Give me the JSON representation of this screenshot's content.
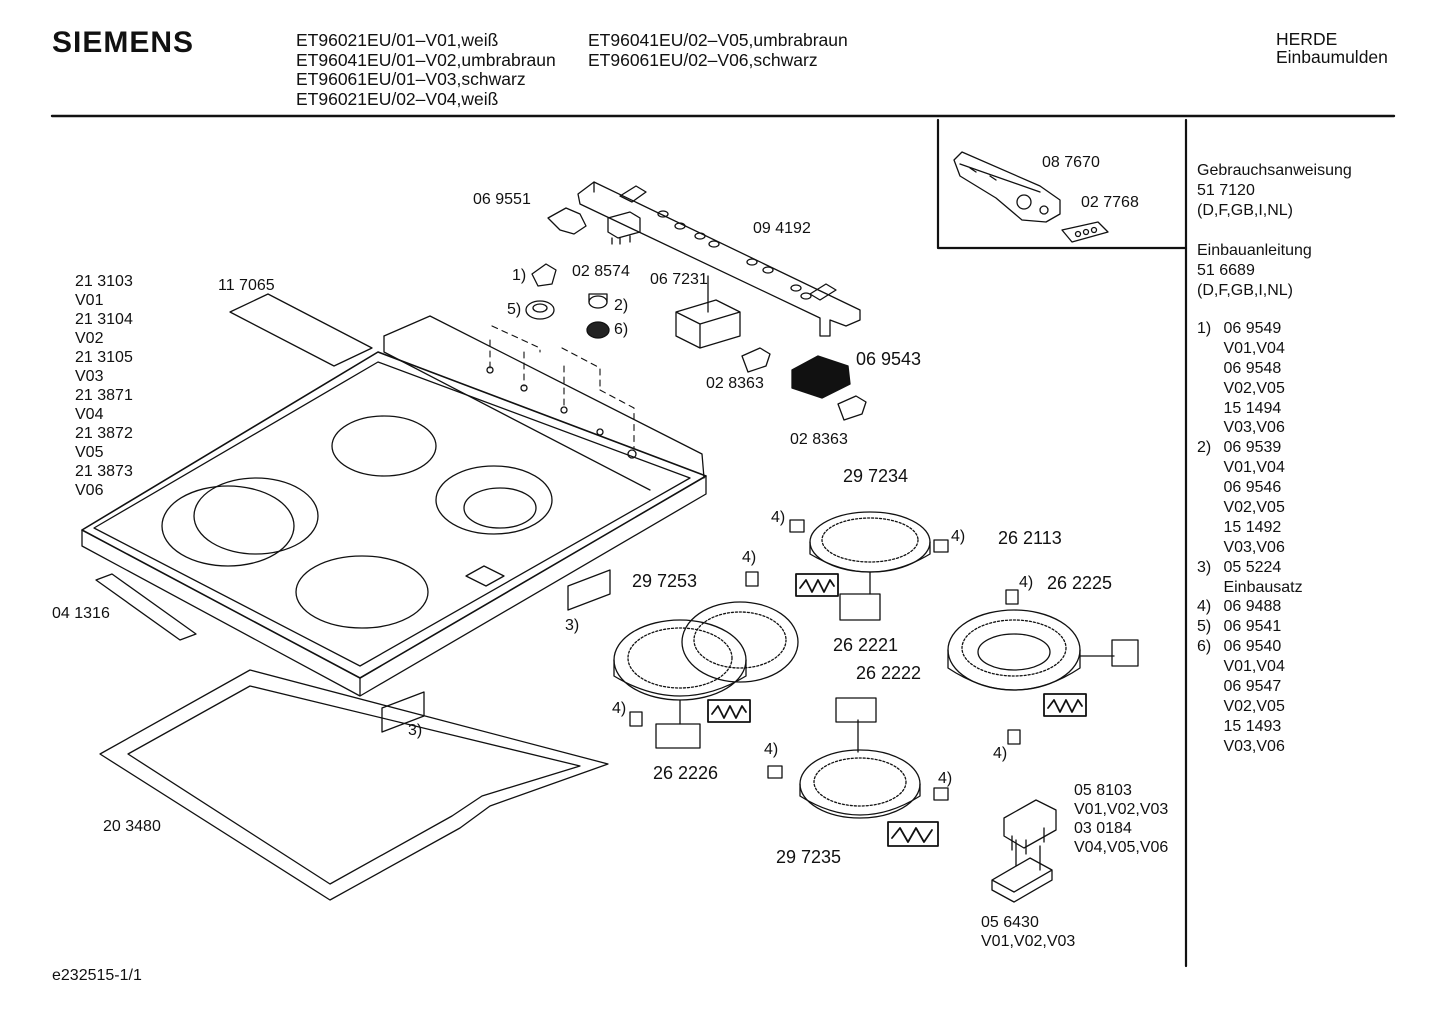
{
  "brand": "SIEMENS",
  "models_col1": [
    "ET96021EU/01–V01,weiß",
    "ET96041EU/01–V02,umbrabraun",
    "ET96061EU/01–V03,schwarz",
    "ET96021EU/02–V04,weiß"
  ],
  "models_col2": [
    "ET96041EU/02–V05,umbrabraun",
    "ET96061EU/02–V06,schwarz"
  ],
  "category": [
    "HERDE",
    "Einbaumulden"
  ],
  "left_list": [
    "21 3103",
    "V01",
    "21 3104",
    "V02",
    "21 3105",
    "V03",
    "21 3871",
    "V04",
    "21 3872",
    "V05",
    "21 3873",
    "V06"
  ],
  "parts": {
    "p117065": "11 7065",
    "p069551": "06 9551",
    "p028574": "02 8574",
    "p094192": "09 4192",
    "p067231": "06 7231",
    "p069543": "06 9543",
    "p028363a": "02 8363",
    "p028363b": "02 8363",
    "p087670": "08 7670",
    "p027768": "02 7768",
    "p297234": "29 7234",
    "p262113": "26 2113",
    "p262225": "26 2225",
    "p297253": "29 7253",
    "p262221": "26 2221",
    "p262222": "26 2222",
    "p262226": "26 2226",
    "p297235": "29 7235",
    "p041316": "04 1316",
    "p203480": "20 3480",
    "p058103": "05 8103",
    "p058103v": "V01,V02,V03",
    "p030184": "03 0184",
    "p030184v": "V04,V05,V06",
    "p056430": "05 6430",
    "p056430v": "V01,V02,V03"
  },
  "callouts": {
    "c1": "1)",
    "c2": "2)",
    "c5": "5)",
    "c6": "6)",
    "c3a": "3)",
    "c3b": "3)",
    "c4a": "4)",
    "c4b": "4)",
    "c4c": "4)",
    "c4d": "4)",
    "c4e": "4)",
    "c4f": "4)",
    "c4g": "4)",
    "c4h": "4)"
  },
  "sidebar": {
    "manual_title": "Gebrauchsanweisung",
    "manual_no": "51 7120",
    "manual_lang": "(D,F,GB,I,NL)",
    "install_title": "Einbauanleitung",
    "install_no": "51 6689",
    "install_lang": "(D,F,GB,I,NL)",
    "notes": [
      {
        "k": "1)",
        "v": "06 9549"
      },
      {
        "k": "",
        "v": "V01,V04"
      },
      {
        "k": "",
        "v": "06 9548"
      },
      {
        "k": "",
        "v": "V02,V05"
      },
      {
        "k": "",
        "v": "15 1494"
      },
      {
        "k": "",
        "v": "V03,V06"
      },
      {
        "k": "2)",
        "v": "06 9539"
      },
      {
        "k": "",
        "v": "V01,V04"
      },
      {
        "k": "",
        "v": "06 9546"
      },
      {
        "k": "",
        "v": "V02,V05"
      },
      {
        "k": "",
        "v": "15 1492"
      },
      {
        "k": "",
        "v": "V03,V06"
      },
      {
        "k": "3)",
        "v": "05 5224"
      },
      {
        "k": "",
        "v": "Einbausatz"
      },
      {
        "k": "4)",
        "v": "06 9488"
      },
      {
        "k": "5)",
        "v": "06 9541"
      },
      {
        "k": "6)",
        "v": "06 9540"
      },
      {
        "k": "",
        "v": "V01,V04"
      },
      {
        "k": "",
        "v": "06 9547"
      },
      {
        "k": "",
        "v": "V02,V05"
      },
      {
        "k": "",
        "v": "15 1493"
      },
      {
        "k": "",
        "v": "V03,V06"
      }
    ]
  },
  "footer": "e232515-1/1"
}
